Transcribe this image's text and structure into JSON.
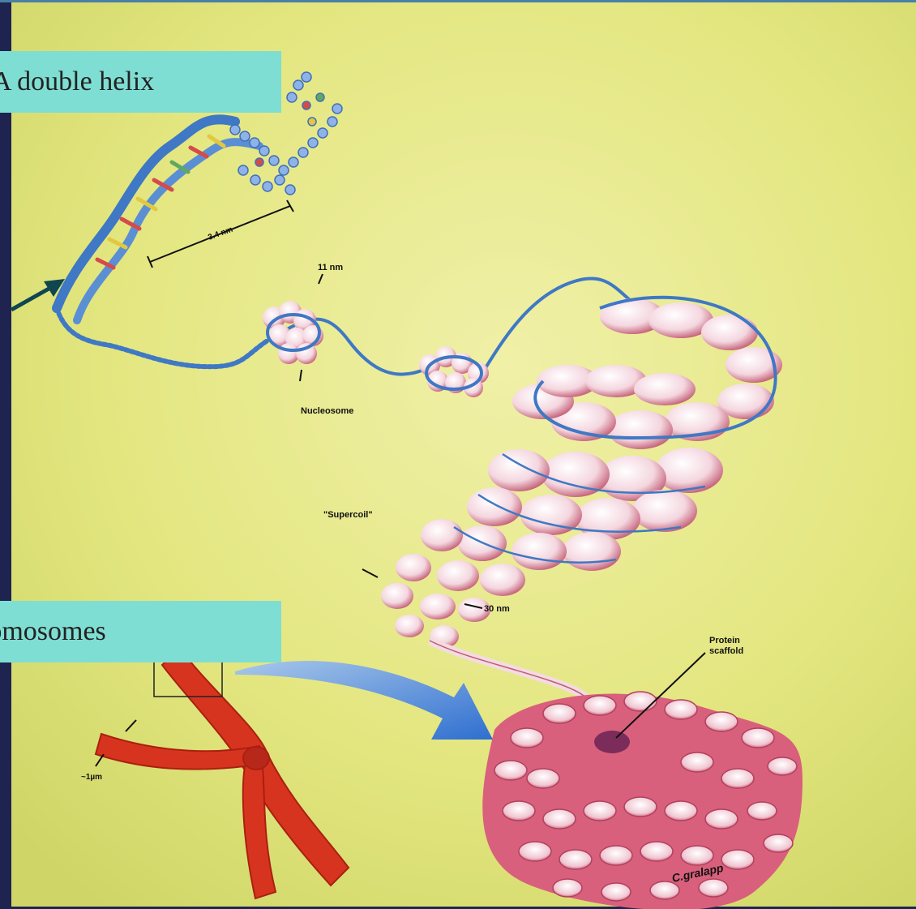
{
  "callouts": {
    "dna_double_helix": "A double helix",
    "chromosomes": "romosomes"
  },
  "figure_labels": {
    "helix_pitch": "3.4 nm",
    "nucleosome_width": "11 nm",
    "nucleosome": "Nucleosome",
    "supercoil": "\"Supercoil\"",
    "fiber_width": "30 nm",
    "protein_scaffold_line1": "Protein",
    "protein_scaffold_line2": "scaffold",
    "chromosome_width": "~1µm",
    "signature": "C.gralapp"
  },
  "colors": {
    "slide_background": "#1e2350",
    "illustration_background": "#e7e98c",
    "callout_fill": "#7fded3",
    "dna_strand": "#3f78c4",
    "histone": "#f4dce4",
    "chromosome": "#d7341f",
    "arrow": "#3b78d0",
    "pointer_arrow": "#0f4650"
  }
}
